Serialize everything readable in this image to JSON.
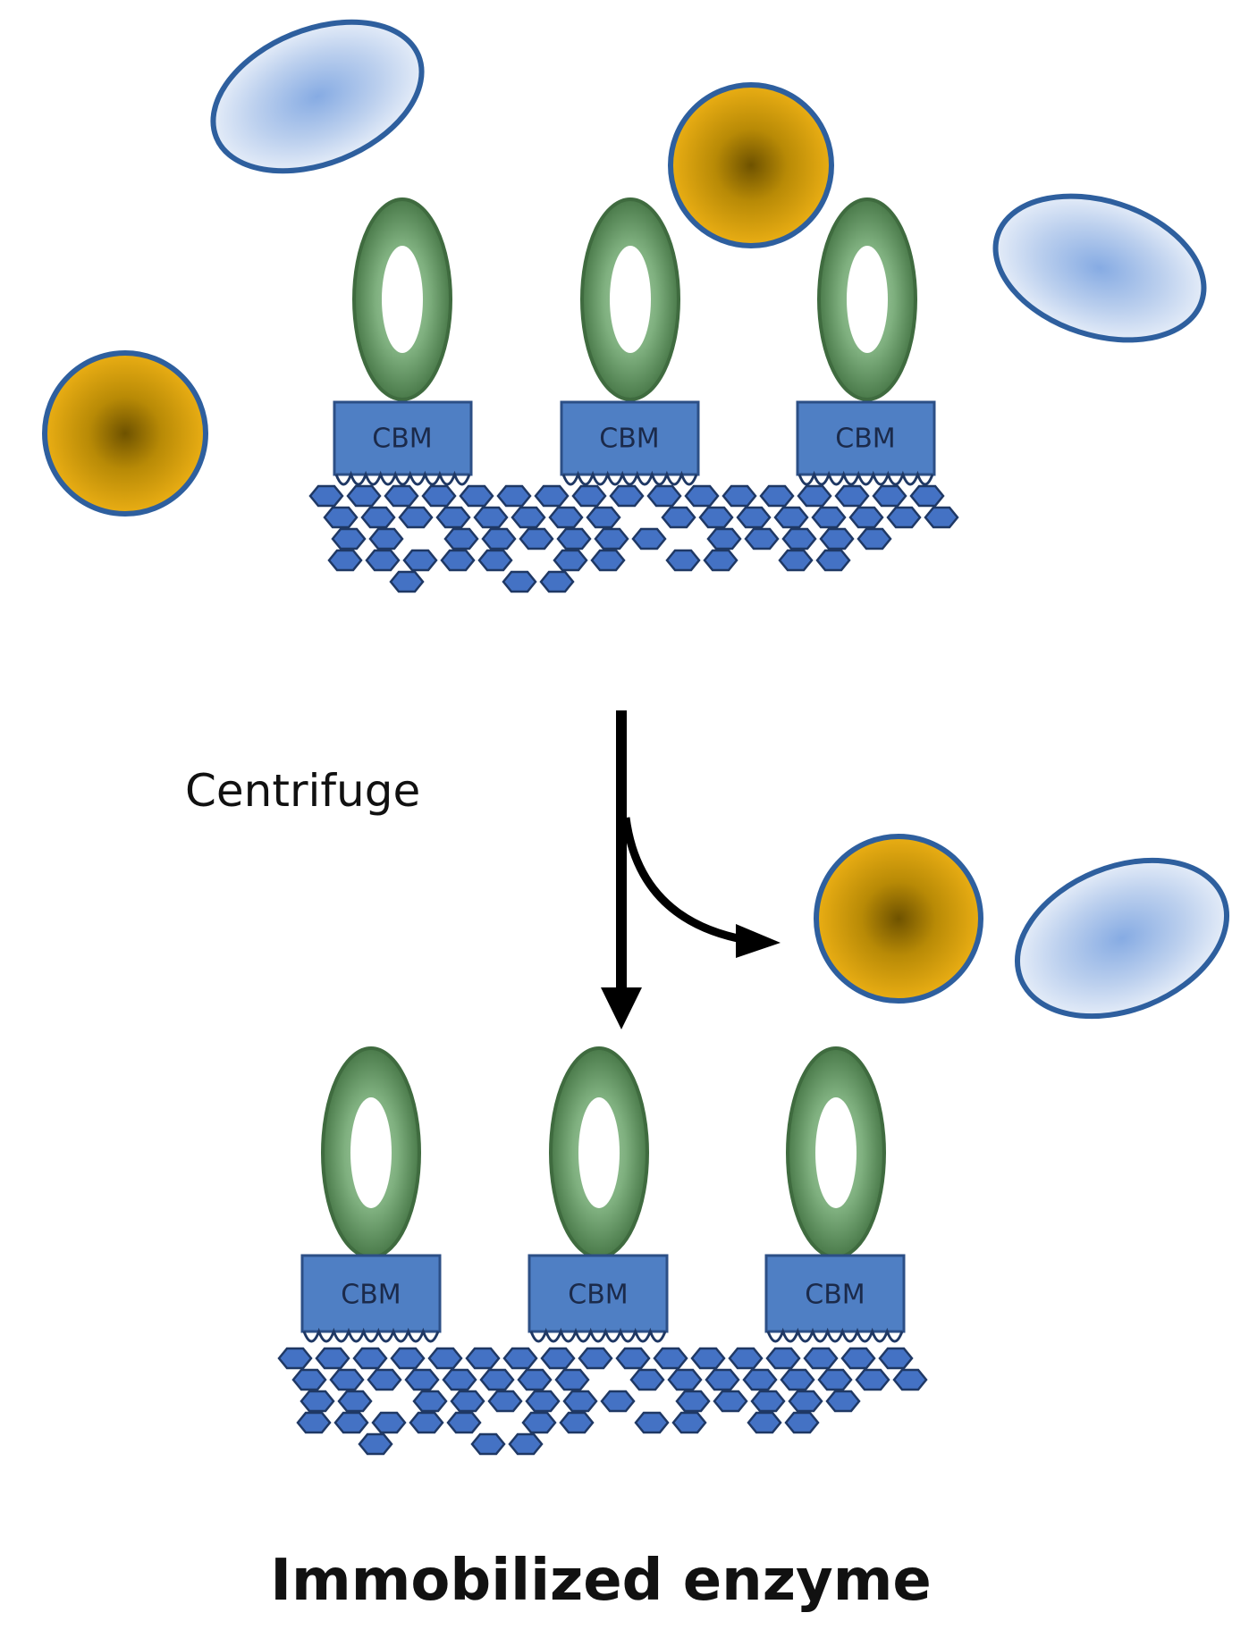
{
  "diagram": {
    "step_label": "Centrifuge",
    "caption": "Immobilized enzyme",
    "cbm_label": "CBM"
  },
  "colors": {
    "background": "#ffffff",
    "outline_blue": "#2e5f9e",
    "cbm_fill": "#4f7fc4",
    "cbm_stroke": "#2c4f86",
    "hexagon_fill": "#4472c4",
    "hexagon_stroke": "#1f3864",
    "enzyme_outer": "#4a7a4a",
    "enzyme_light": "#7fb07f",
    "gold_center": "#7a5a00",
    "gold_edge": "#e3a812",
    "lightblue_center": "#8fb3e6",
    "lightblue_edge": "#dbe6f6",
    "arrow": "#000000"
  },
  "icons": {
    "enzyme": "green-oval-ring-icon",
    "cbm": "cbm-binding-module-icon",
    "substrate": "hexagon-cellulose-lattice",
    "gold_particle": "gold-sphere-icon",
    "blue_particle": "light-blue-ellipse-icon",
    "arrow": "split-arrow-icon"
  }
}
